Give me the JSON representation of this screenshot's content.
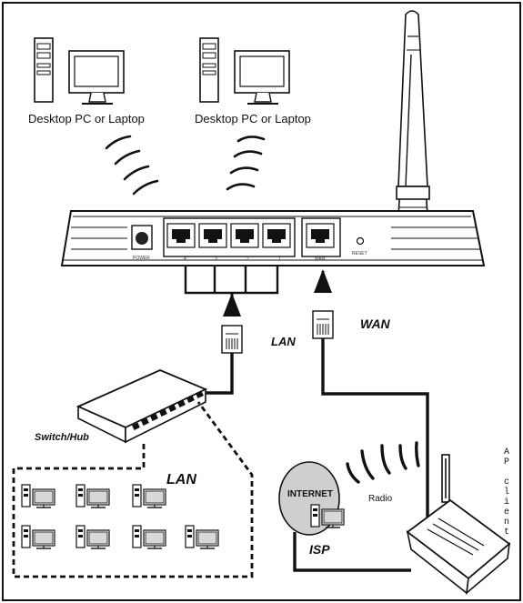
{
  "pcs": {
    "left_label": "Desktop PC or Laptop",
    "right_label": "Desktop PC or Laptop"
  },
  "router": {
    "power_label": "POWER",
    "lan_ports": [
      "4",
      "3",
      "2",
      "1"
    ],
    "wan_port": "WAN",
    "reset_label": "RESET"
  },
  "links": {
    "lan_label": "LAN",
    "wan_label": "WAN"
  },
  "switch": {
    "label": "Switch/Hub"
  },
  "lan_group": {
    "label": "LAN"
  },
  "isp": {
    "internet_label": "INTERNET",
    "isp_label": "ISP",
    "radio_label": "Radio"
  },
  "ap_client": {
    "label": "AP client"
  }
}
